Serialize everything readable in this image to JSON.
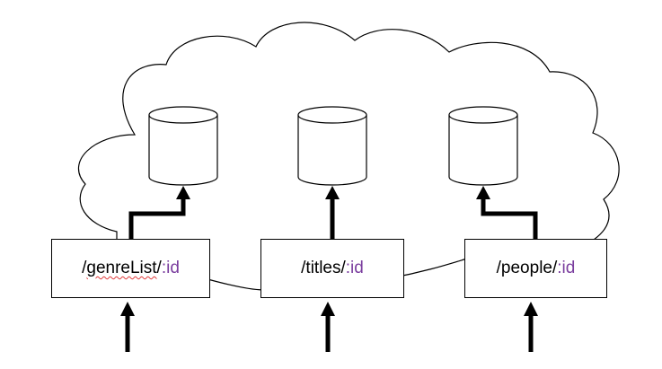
{
  "diagram": {
    "routes": [
      {
        "id": "genre",
        "prefix": "/",
        "path": "genreList",
        "sep": "/",
        "param": ":id",
        "spellcheck_underline": true
      },
      {
        "id": "titles",
        "prefix": "/",
        "path": "titles",
        "sep": "/",
        "param": ":id",
        "spellcheck_underline": false
      },
      {
        "id": "people",
        "prefix": "/",
        "path": "people",
        "sep": "/",
        "param": ":id",
        "spellcheck_underline": false
      }
    ],
    "colors": {
      "param_text": "#7a3d9e",
      "spellcheck_underline": "#e03a3a",
      "stroke": "#000000"
    }
  }
}
